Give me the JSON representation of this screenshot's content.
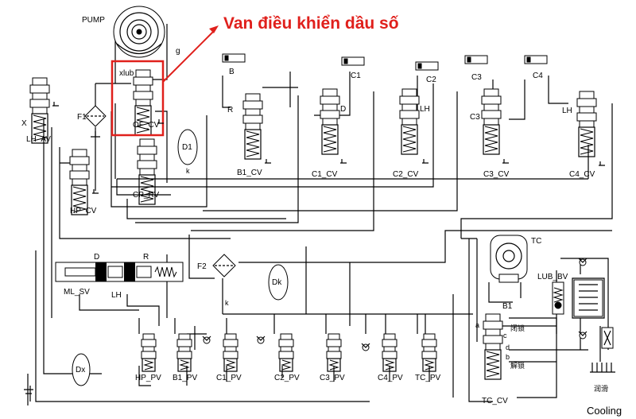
{
  "annotation": {
    "title": "Van điều khiển dầu số",
    "highlight_color": "#e0201c"
  },
  "labels": {
    "pump": "PUMP",
    "g": "g",
    "f1": "F1",
    "f2": "F2",
    "xlub": "xlub",
    "of_cv": "OF_CV",
    "cp_rv": "CP_RV",
    "d1": "D1",
    "k": "k",
    "x": "X",
    "lh_av": "LH_AV",
    "hp_cv": "HP_CV",
    "b": "B",
    "r": "R",
    "d": "D",
    "lh": "LH",
    "b1_cv": "B1_CV",
    "c1": "C1",
    "c1_cv": "C1_CV",
    "c2": "C2",
    "c2_cv": "C2_CV",
    "c3": "C3",
    "c3_cv": "C3_CV",
    "c4": "C4",
    "c4_cv": "C4_CV",
    "ml_sv": "ML_SV",
    "dk": "Dk",
    "dx": "Dx",
    "hp_pv": "HP_PV",
    "b1_pv": "B1_PV",
    "c1_pv": "C1_PV",
    "c2_pv": "C2_PV",
    "c3_pv": "C3_PV",
    "c4_pv": "C4_PV",
    "tc_pv": "TC_PV",
    "tc_cv": "TC_CV",
    "b1": "B1",
    "tc": "TC",
    "lub_bv": "LUB_BV",
    "port_a": "a",
    "port_b": "b",
    "port_c": "c",
    "port_d": "d",
    "lock": "闭锁",
    "unlock": "解锁",
    "lubrication": "润滑",
    "cooling": "Cooling"
  }
}
